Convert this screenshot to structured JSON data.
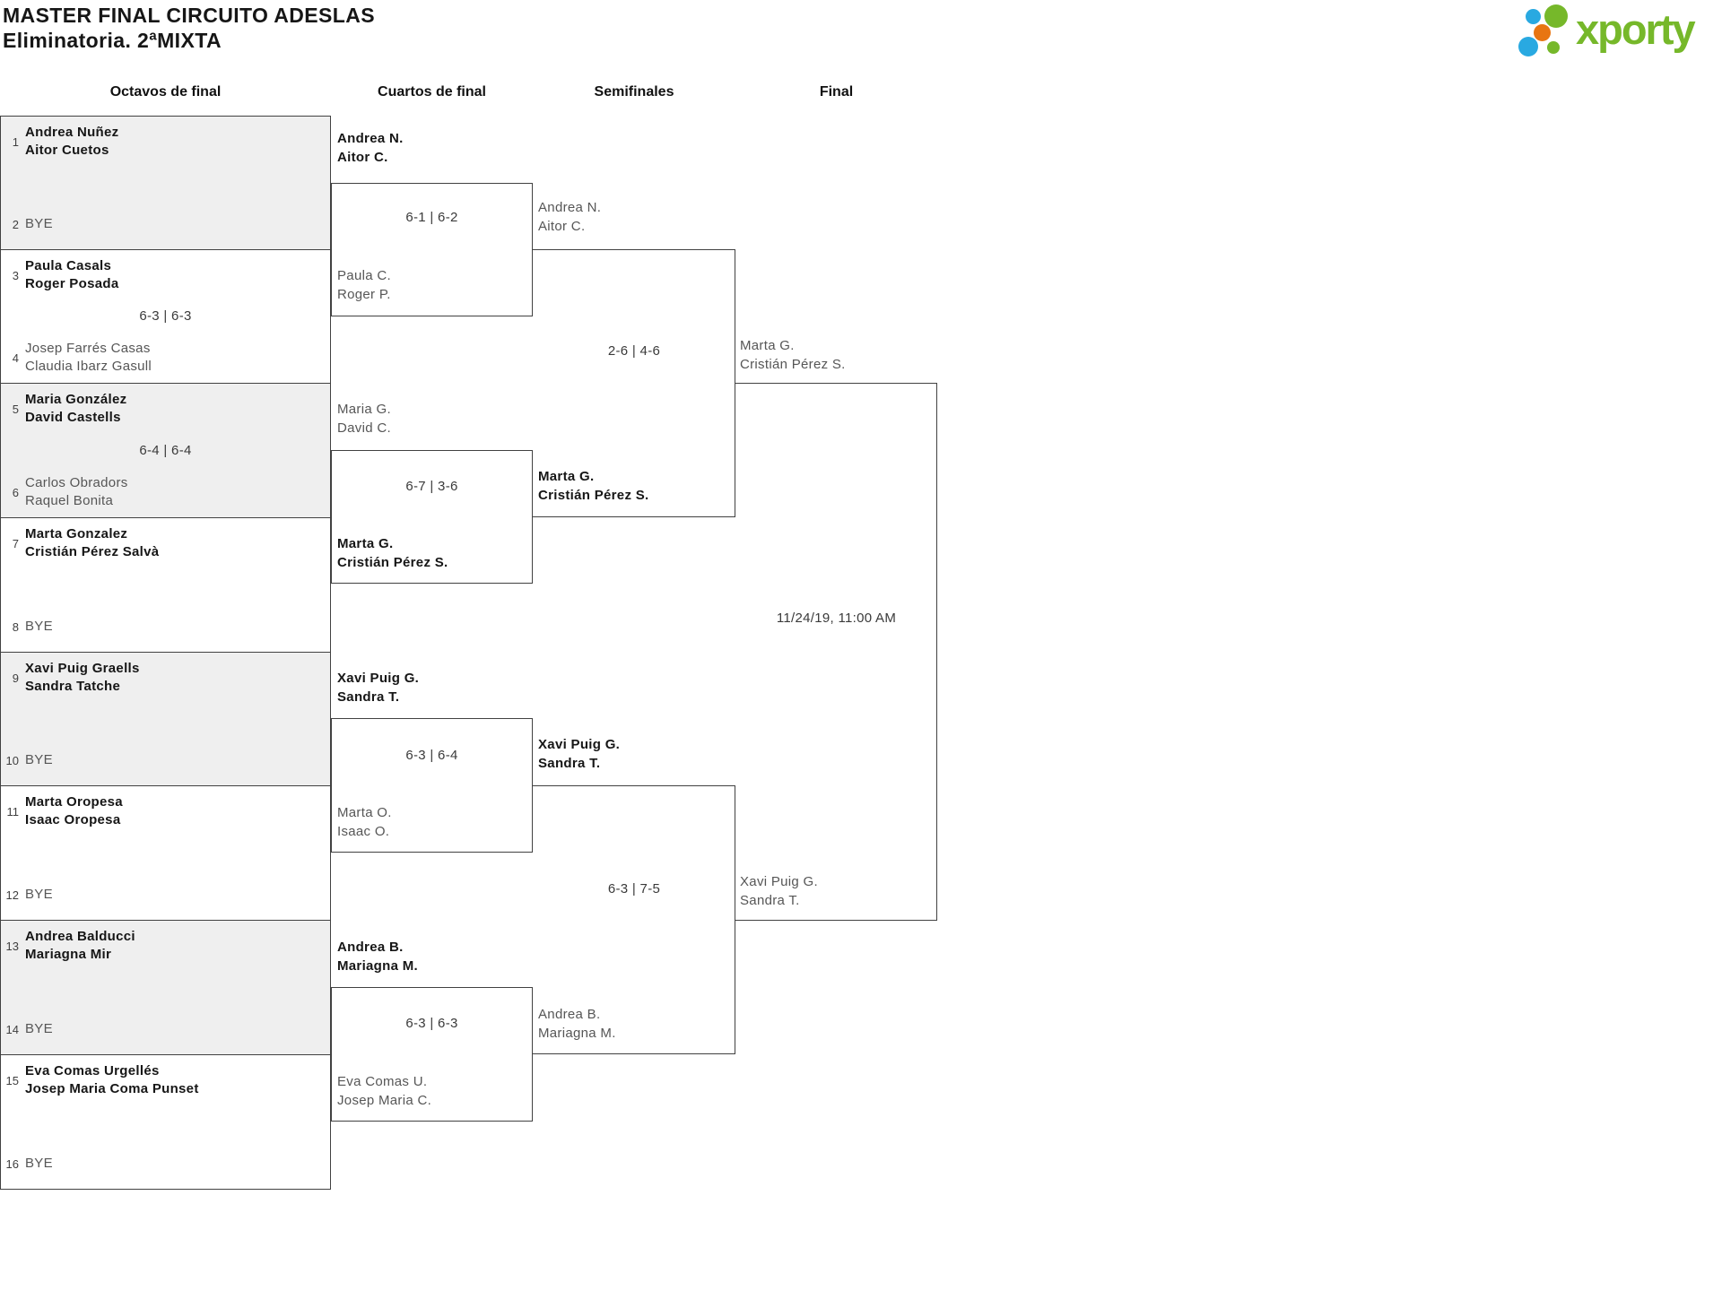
{
  "title": "MASTER FINAL CIRCUITO ADESLAS",
  "subtitle": "Eliminatoria. 2ªMIXTA",
  "brand": "xporty",
  "round_headers": [
    "Octavos de final",
    "Cuartos de final",
    "Semifinales",
    "Final"
  ],
  "colors": {
    "brand_green": "#76b82a",
    "brand_blue": "#29a9e1",
    "brand_orange": "#e87511",
    "shaded_match_bg": "#efefef",
    "border": "#414141"
  },
  "octavos": [
    {
      "seed1": "1",
      "t1a": "Andrea Nuñez",
      "t1b": "Aitor Cuetos",
      "score": "",
      "seed2": "2",
      "t2a": "BYE",
      "t2b": ""
    },
    {
      "seed1": "3",
      "t1a": "Paula Casals",
      "t1b": "Roger Posada",
      "score": "6-3 | 6-3",
      "seed2": "4",
      "t2a": "Josep Farrés Casas",
      "t2b": "Claudia Ibarz Gasull"
    },
    {
      "seed1": "5",
      "t1a": "Maria González",
      "t1b": "David Castells",
      "score": "6-4 | 6-4",
      "seed2": "6",
      "t2a": "Carlos Obradors",
      "t2b": "Raquel Bonita"
    },
    {
      "seed1": "7",
      "t1a": "Marta Gonzalez",
      "t1b": "Cristián Pérez Salvà",
      "score": "",
      "seed2": "8",
      "t2a": "BYE",
      "t2b": ""
    },
    {
      "seed1": "9",
      "t1a": "Xavi Puig Graells",
      "t1b": "Sandra Tatche",
      "score": "",
      "seed2": "10",
      "t2a": "BYE",
      "t2b": ""
    },
    {
      "seed1": "11",
      "t1a": "Marta Oropesa",
      "t1b": "Isaac Oropesa",
      "score": "",
      "seed2": "12",
      "t2a": "BYE",
      "t2b": ""
    },
    {
      "seed1": "13",
      "t1a": "Andrea Balducci",
      "t1b": "Mariagna Mir",
      "score": "",
      "seed2": "14",
      "t2a": "BYE",
      "t2b": ""
    },
    {
      "seed1": "15",
      "t1a": "Eva Comas Urgellés",
      "t1b": "Josep Maria Coma Punset",
      "score": "",
      "seed2": "16",
      "t2a": "BYE",
      "t2b": ""
    }
  ],
  "cuartos": [
    {
      "e1a": "Andrea N.",
      "e1b": "Aitor C.",
      "score": "6-1 | 6-2",
      "e2a": "Paula C.",
      "e2b": "Roger P."
    },
    {
      "e1a": "Maria G.",
      "e1b": "David C.",
      "score": "6-7 | 3-6",
      "e2a": "Marta G.",
      "e2b": "Cristián Pérez S."
    },
    {
      "e1a": "Xavi Puig G.",
      "e1b": "Sandra T.",
      "score": "6-3 | 6-4",
      "e2a": "Marta O.",
      "e2b": "Isaac O."
    },
    {
      "e1a": "Andrea B.",
      "e1b": "Mariagna M.",
      "score": "6-3 | 6-3",
      "e2a": "Eva Comas U.",
      "e2b": "Josep Maria C."
    }
  ],
  "semifinales": [
    {
      "e1a": "Andrea N.",
      "e1b": "Aitor C.",
      "score": "2-6 | 4-6",
      "e2a": "Marta G.",
      "e2b": "Cristián Pérez S."
    },
    {
      "e1a": "Xavi Puig G.",
      "e1b": "Sandra T.",
      "score": "6-3 | 7-5",
      "e2a": "Andrea B.",
      "e2b": "Mariagna M."
    }
  ],
  "final": {
    "e1a": "Marta G.",
    "e1b": "Cristián Pérez S.",
    "schedule": "11/24/19, 11:00 AM",
    "e2a": "Xavi Puig G.",
    "e2b": "Sandra T."
  }
}
